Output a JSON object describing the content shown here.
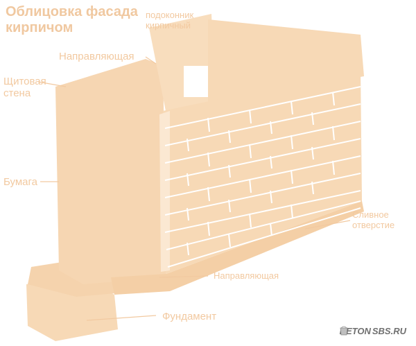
{
  "title": "Облицовка фасада кирпичом",
  "labels": {
    "sill": "подоконник кирпичный",
    "guide_top": "Направляющая",
    "panel_wall": "Щитовая стена",
    "paper": "Бумага",
    "drain_hole": "Сливное отверстие",
    "guide_bottom": "Направляющая",
    "foundation": "Фундамент"
  },
  "watermark": {
    "left": "BETON",
    "right": "SBS.RU"
  },
  "colors": {
    "fill": "#f7d9b6",
    "label": "#f2c9a0",
    "mortar": "#ffffff"
  }
}
